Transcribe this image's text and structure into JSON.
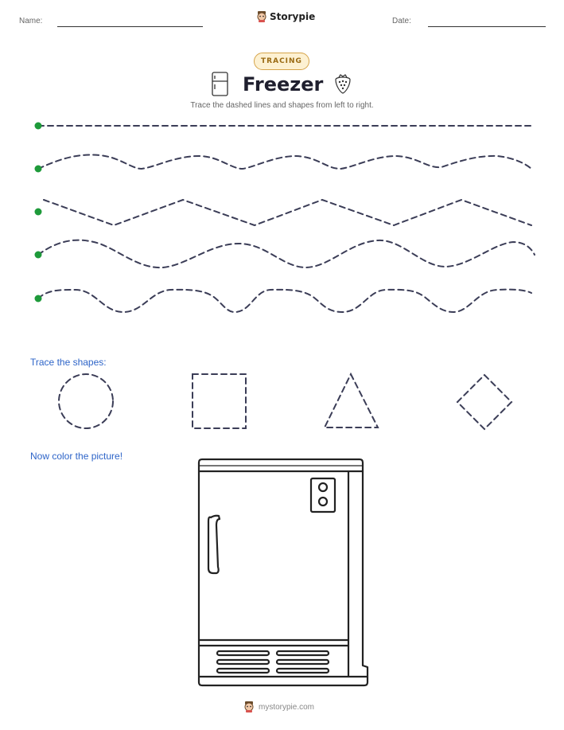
{
  "header": {
    "name_label": "Name:",
    "date_label": "Date:",
    "brand": "Storypie"
  },
  "worksheet": {
    "badge": "TRACING",
    "title": "Freezer",
    "instructions": "Trace the dashed lines and shapes from left to right."
  },
  "shapes_section": {
    "label": "Trace the shapes:",
    "shapes": [
      "circle",
      "square",
      "triangle",
      "diamond"
    ]
  },
  "color_section": {
    "label": "Now color the picture!",
    "picture": "freezer"
  },
  "footer": {
    "url": "mystorypie.com"
  },
  "icons": {
    "brand": "storypie-mascot-icon",
    "title_left": "freezer-icon",
    "title_right": "strawberry-icon"
  },
  "colors": {
    "dash_line": "#3b3d57",
    "start_dot": "#1e9a3a",
    "label_blue": "#2d64c8",
    "badge_bg": "#fdf1d2",
    "badge_border": "#d6a44a"
  }
}
